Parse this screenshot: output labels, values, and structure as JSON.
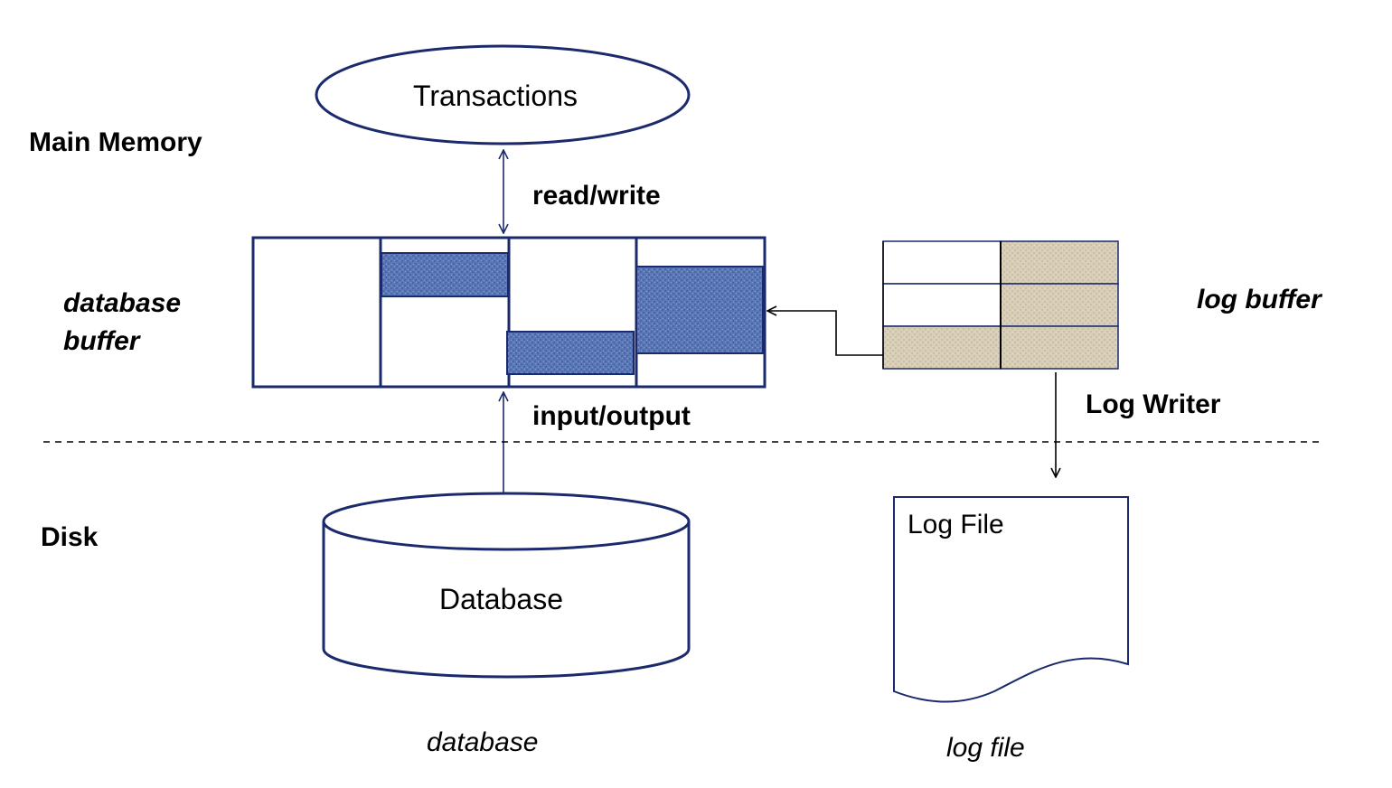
{
  "labels": {
    "main_memory": "Main Memory",
    "disk": "Disk",
    "database_buffer_line1": "database",
    "database_buffer_line2": "buffer",
    "log_buffer": "log buffer",
    "read_write": "read/write",
    "input_output": "input/output",
    "log_writer": "Log Writer",
    "database_caption": "database",
    "log_file_caption": "log file"
  },
  "shapes": {
    "transactions": "Transactions",
    "database": "Database",
    "log_file": "Log File"
  },
  "colors": {
    "outline": "#1a2a6c",
    "arrow": "#1a2a6c",
    "buffer_fill": "#5b79b8",
    "buffer_fill_dark": "#4a66a6",
    "log_fill": "#d9cfb9",
    "log_fill_dark": "#c9bea6",
    "separator": "#000000",
    "text": "#000000"
  }
}
